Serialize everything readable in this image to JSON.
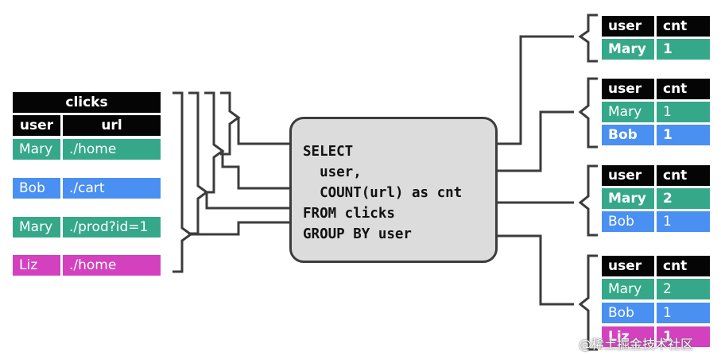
{
  "input_table": {
    "title": "clicks",
    "headers": [
      "user",
      "url"
    ],
    "rows": [
      {
        "user": "Mary",
        "url": "./home",
        "color": "#35a88a"
      },
      {
        "user": "Bob",
        "url": "./cart",
        "color": "#4a8ff2"
      },
      {
        "user": "Mary",
        "url": "./prod?id=1",
        "color": "#35a88a"
      },
      {
        "user": "Liz",
        "url": "./home",
        "color": "#d341bf"
      }
    ]
  },
  "query": "SELECT\n  user,\n  COUNT(url) as cnt\nFROM clicks\nGROUP BY user",
  "result_tables": [
    {
      "headers": [
        "user",
        "cnt"
      ],
      "rows": [
        [
          "Mary",
          "1"
        ]
      ]
    },
    {
      "headers": [
        "user",
        "cnt"
      ],
      "rows": [
        [
          "Mary",
          "1"
        ],
        [
          "Bob",
          "1"
        ]
      ]
    },
    {
      "headers": [
        "user",
        "cnt"
      ],
      "rows": [
        [
          "Mary",
          "2"
        ],
        [
          "Bob",
          "1"
        ]
      ]
    },
    {
      "headers": [
        "user",
        "cnt"
      ],
      "rows": [
        [
          "Mary",
          "2"
        ],
        [
          "Bob",
          "1"
        ],
        [
          "Liz",
          "1"
        ]
      ]
    }
  ],
  "watermark": "@稀土掘金技术社区",
  "colors": {
    "header": "#050505",
    "mary": "#35a88a",
    "bob": "#4a8ff2",
    "liz": "#d341bf",
    "query_box": "#dcdcdc",
    "line": "#3c3c3c"
  }
}
